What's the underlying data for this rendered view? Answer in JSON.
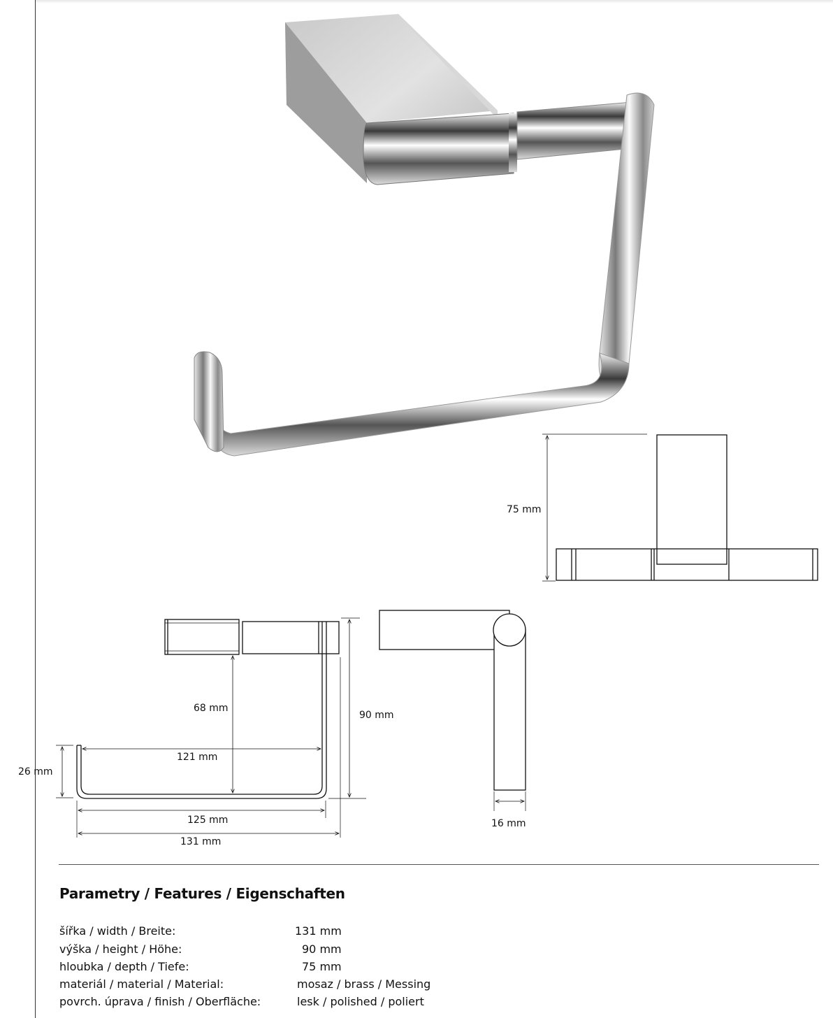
{
  "drawings": {
    "front_view": {
      "depth_label": "26 mm",
      "height_inner_label": "68 mm",
      "height_total_label": "90 mm",
      "inner_width_label": "121 mm",
      "width_mid_label": "125 mm",
      "width_total_label": "131 mm"
    },
    "side_view": {
      "bar_diameter_label": "16 mm"
    },
    "top_view": {
      "depth_label": "75 mm"
    }
  },
  "features": {
    "title": "Parametry / Features / Eigenschaften",
    "rows": [
      {
        "label": "šířka / width / Breite:",
        "value": "131 mm"
      },
      {
        "label": "výška / height / Höhe:",
        "value": "90 mm"
      },
      {
        "label": "hloubka / depth / Tiefe:",
        "value": "75 mm"
      },
      {
        "label": "materiál / material / Material:",
        "value": "mosaz / brass / Messing"
      },
      {
        "label": "povrch. úprava / finish / Oberfläche:",
        "value": "lesk / polished / poliert"
      }
    ]
  }
}
